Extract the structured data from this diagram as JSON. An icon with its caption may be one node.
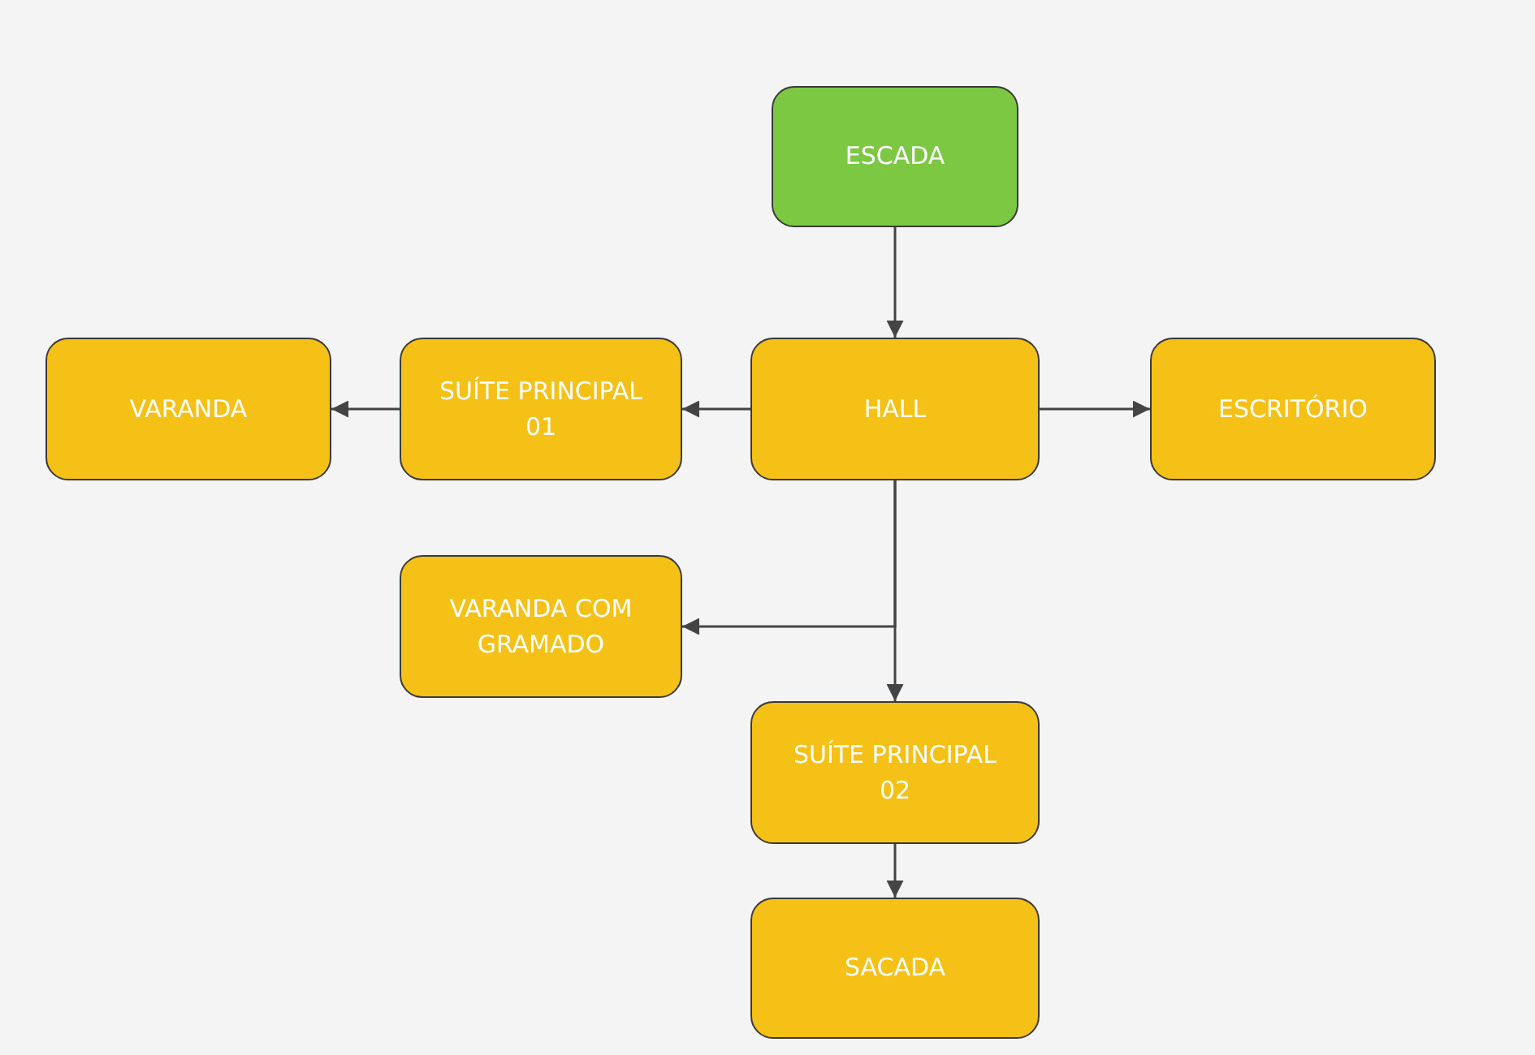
{
  "diagram": {
    "nodes": [
      {
        "text": [
          "ESCADA"
        ]
      },
      {
        "text": [
          "HALL"
        ]
      },
      {
        "text": [
          "SUÍTE PRINCIPAL 01"
        ]
      },
      {
        "text": [
          "VARANDA"
        ]
      },
      {
        "text": [
          "ESCRITÓRIO"
        ]
      },
      {
        "text": [
          "VARANDA COM GRAMADO"
        ]
      },
      {
        "text": [
          "SUÍTE PRINCIPAL 02"
        ]
      },
      {
        "text": [
          "SACADA"
        ]
      }
    ],
    "edges": [
      {
        "from": 0,
        "to": 1,
        "arrow": "to"
      },
      {
        "from": 1,
        "to": 2,
        "arrow": "to"
      },
      {
        "from": 2,
        "to": 3,
        "arrow": "to"
      },
      {
        "from": 1,
        "to": 4,
        "arrow": "to"
      },
      {
        "from": 1,
        "to": 5,
        "arrow": "to"
      },
      {
        "from": 1,
        "to": 6,
        "arrow": "to"
      },
      {
        "from": 6,
        "to": 7,
        "arrow": "to"
      }
    ]
  }
}
